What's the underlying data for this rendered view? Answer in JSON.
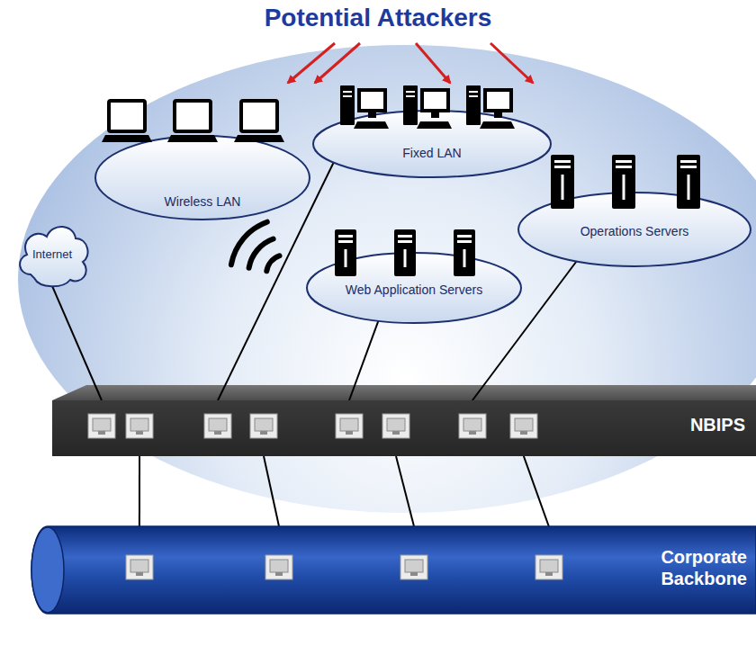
{
  "diagram": {
    "title": "Potential Attackers",
    "nodes": [
      {
        "text": [
          "Wireless LAN"
        ]
      },
      {
        "text": [
          "Fixed LAN"
        ]
      },
      {
        "text": [
          "Internet"
        ]
      },
      {
        "text": [
          "Web Application Servers"
        ]
      },
      {
        "text": [
          "Operations Servers"
        ]
      },
      {
        "text": [
          "NBIPS"
        ]
      },
      {
        "text": [
          "Corporate Backbone"
        ]
      }
    ],
    "edges": [
      {
        "from": 2,
        "to": 5,
        "arrow": "none"
      },
      {
        "from": 1,
        "to": 5,
        "arrow": "none"
      },
      {
        "from": 3,
        "to": 5,
        "arrow": "none"
      },
      {
        "from": 4,
        "to": 5,
        "arrow": "none"
      },
      {
        "from": 5,
        "to": 6,
        "arrow": "none"
      },
      {
        "from": 5,
        "to": 6,
        "arrow": "none"
      },
      {
        "from": 5,
        "to": 6,
        "arrow": "none"
      },
      {
        "from": 5,
        "to": 6,
        "arrow": "none"
      }
    ]
  }
}
